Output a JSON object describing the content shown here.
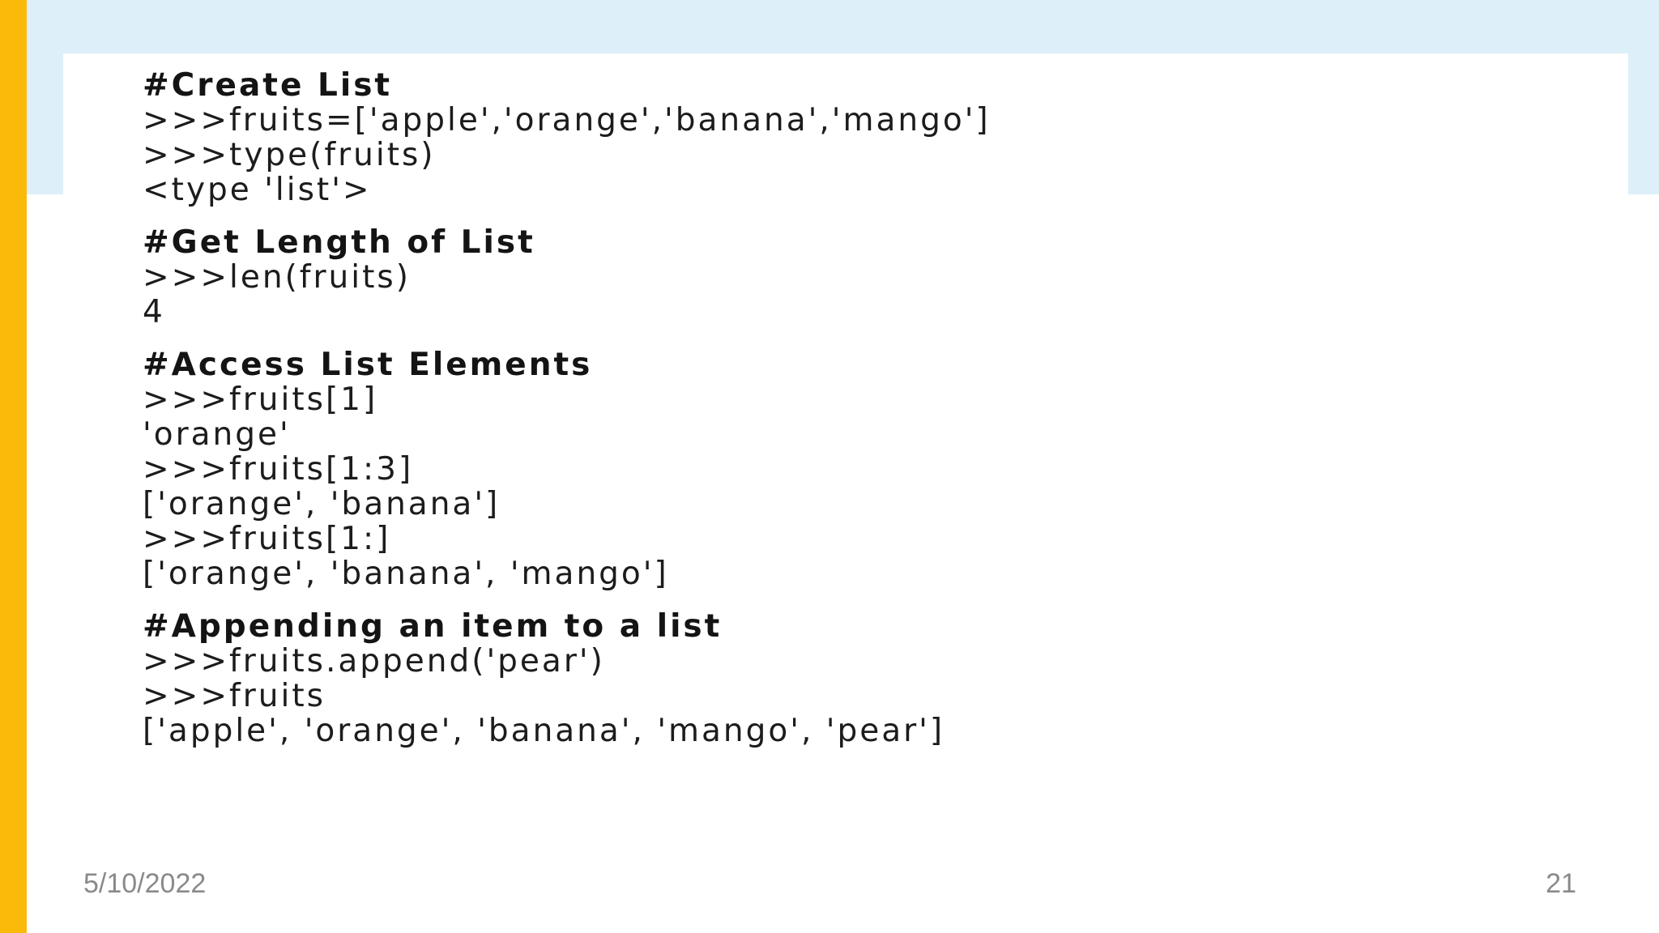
{
  "colors": {
    "accent_bar": "#FBBA0A",
    "header_band": "#DDF0F9",
    "text": "#1c1c1c",
    "footer_text": "#8a8a8a"
  },
  "sections": [
    {
      "heading": "#Create List",
      "lines": [
        ">>>fruits=['apple','orange','banana','mango']",
        ">>>type(fruits)",
        "<type 'list'>"
      ]
    },
    {
      "heading": "#Get Length of List",
      "lines": [
        ">>>len(fruits)",
        "4"
      ]
    },
    {
      "heading": "#Access List Elements",
      "lines": [
        ">>>fruits[1]",
        "'orange'",
        ">>>fruits[1:3]",
        "['orange', 'banana']",
        ">>>fruits[1:]",
        "['orange', 'banana', 'mango']"
      ]
    },
    {
      "heading": "#Appending an item to a list",
      "lines": [
        ">>>fruits.append('pear')",
        ">>>fruits",
        "['apple', 'orange', 'banana', 'mango', 'pear']"
      ]
    }
  ],
  "footer": {
    "date": "5/10/2022",
    "page_number": "21"
  }
}
